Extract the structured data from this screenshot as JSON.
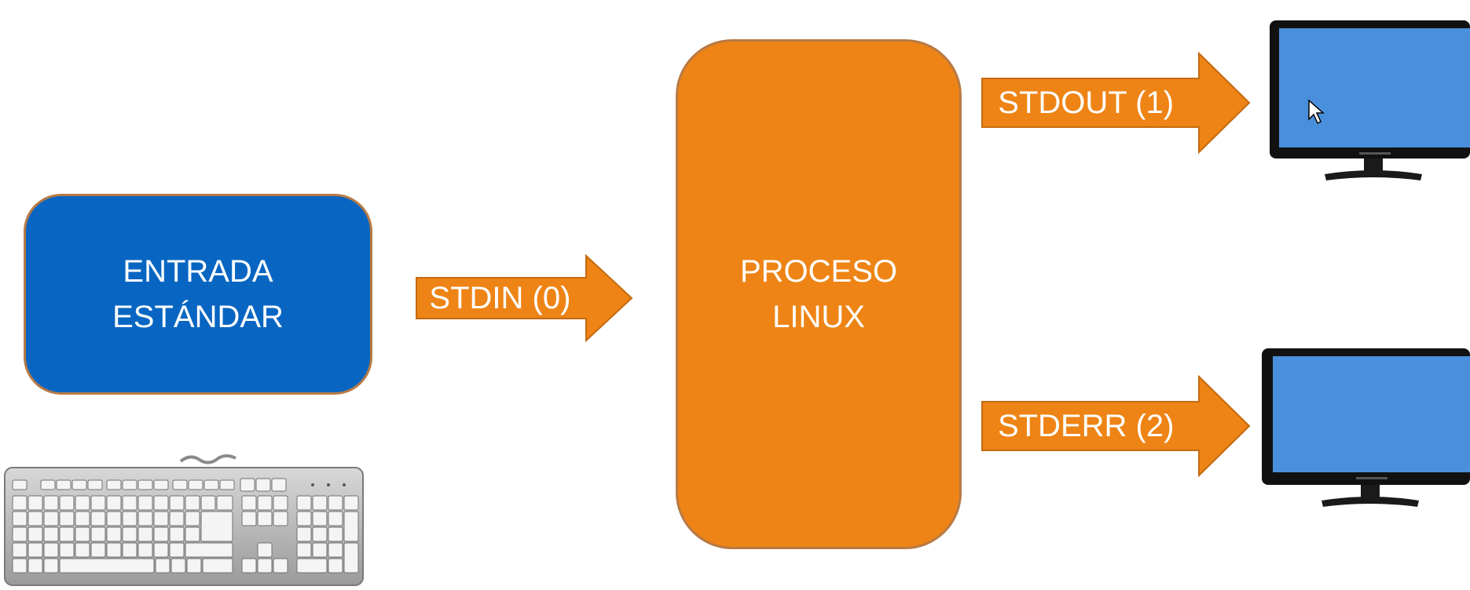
{
  "nodes": {
    "input": {
      "line1": "ENTRADA",
      "line2": "ESTÁNDAR"
    },
    "process": {
      "line1": "PROCESO",
      "line2": "LINUX"
    }
  },
  "arrows": {
    "stdin": "STDIN (0)",
    "stdout": "STDOUT (1)",
    "stderr": "STDERR (2)"
  },
  "colors": {
    "input_box": "#0866c2",
    "process_box": "#ee8415",
    "arrow": "#ee8415",
    "arrow_border": "#c46a10",
    "screen": "#4a8fdb"
  },
  "icons": [
    "keyboard-icon",
    "monitor-icon",
    "mouse-cursor-icon"
  ]
}
